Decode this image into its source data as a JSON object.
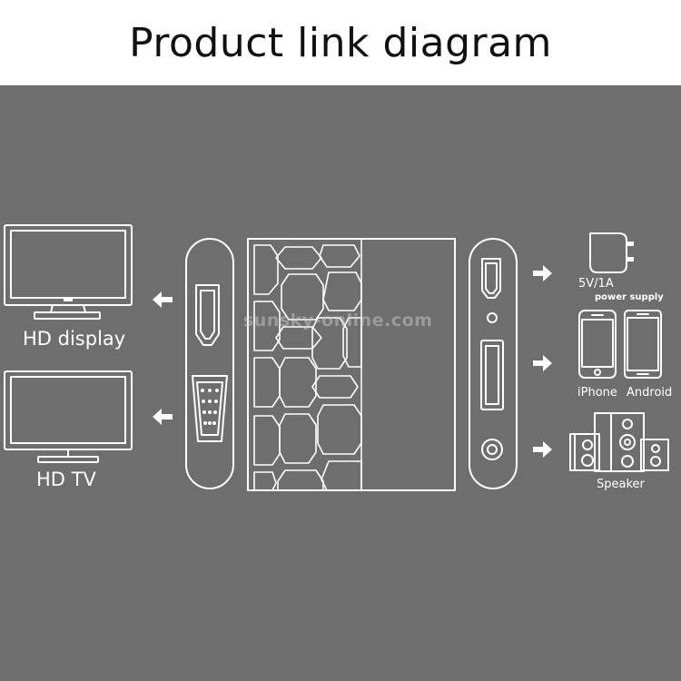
{
  "title": "Product link diagram",
  "labels": {
    "hd_display": "HD display",
    "hd_tv": "HD TV",
    "power": "5V/1A",
    "power_supply": "power supply",
    "iphone": "iPhone",
    "android": "Android",
    "speaker": "Speaker"
  },
  "watermark": "sunsky-online.com",
  "icons": [
    "monitor-icon",
    "tv-icon",
    "hdmi-port-icon",
    "vga-port-icon",
    "power-adapter-icon",
    "iphone-icon",
    "android-phone-icon",
    "speaker-icon",
    "arrow-icon"
  ],
  "colors": {
    "background": "#6e6e6e",
    "line": "#ffffff",
    "title_bg": "#ffffff",
    "title_text": "#111111"
  }
}
